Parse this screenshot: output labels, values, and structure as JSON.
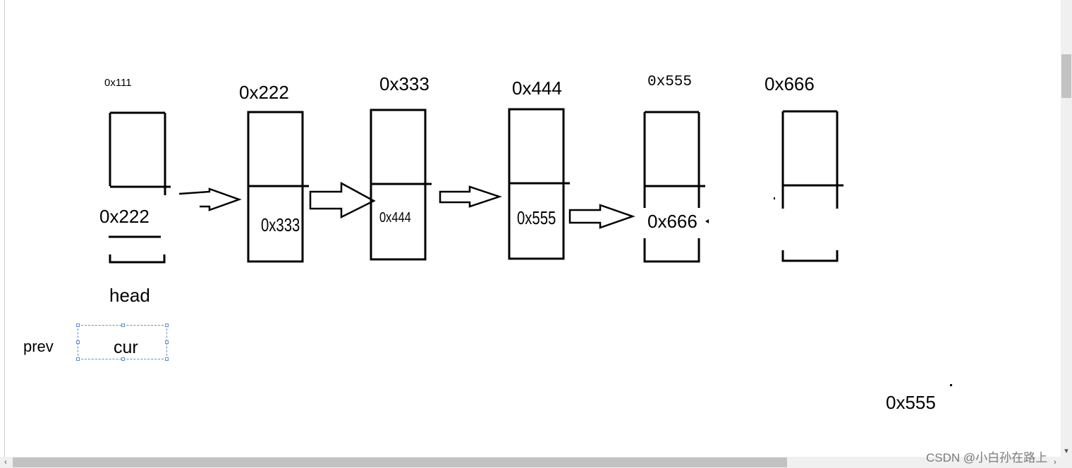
{
  "labels": {
    "head_addr": "0x111",
    "node2_addr": "0x222",
    "node3_addr": "0x333",
    "node4_addr": "0x444",
    "node5_addr": "0x555",
    "node6_addr": "0x666",
    "head_next": "0x222",
    "node2_next": "0x333",
    "node3_next": "0x444",
    "node4_next": "0x555",
    "node5_next": "0x666",
    "head_name": "head",
    "prev": "prev",
    "cur": "cur",
    "stray_value": "0x555"
  },
  "watermark": "CSDN @小白孙在路上",
  "scrollbar": {
    "up_icon": "▴",
    "down_icon": "▾",
    "left_icon": "‹",
    "right_icon": "›"
  },
  "colors": {
    "stroke": "#000000",
    "selection": "#5b8fd1",
    "scrollbar_track": "#f0f0f0",
    "scrollbar_thumb": "#c2c2c2"
  }
}
